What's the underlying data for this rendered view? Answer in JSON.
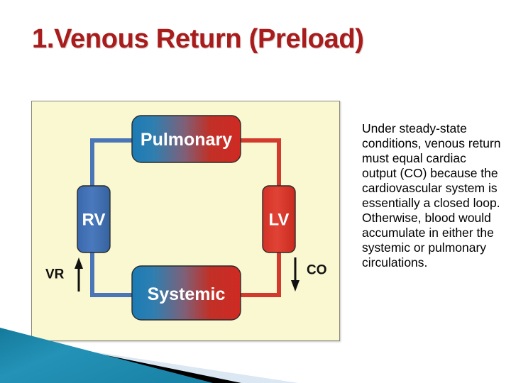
{
  "slide": {
    "title": "1.Venous Return (Preload)",
    "title_color": "#a81c1c",
    "background_color": "#ffffff"
  },
  "diagram": {
    "panel_background": "#faf8d0",
    "panel_border_color": "#8a8a78",
    "boxes": [
      {
        "id": "pulmonary",
        "label": "Pulmonary",
        "fill": "gradient-blue-red",
        "shape": "rounded-rect-horizontal"
      },
      {
        "id": "rv",
        "label": "RV",
        "fill": "#3f6fb5",
        "shape": "rounded-rect-vertical"
      },
      {
        "id": "lv",
        "label": "LV",
        "fill": "#d9372a",
        "shape": "rounded-rect-vertical"
      },
      {
        "id": "systemic",
        "label": "Systemic",
        "fill": "gradient-blue-red",
        "shape": "rounded-rect-horizontal"
      }
    ],
    "connectors": [
      {
        "id": "systemic-to-rv",
        "color": "#4a76b8",
        "description": "blue path from systemic left side up to RV"
      },
      {
        "id": "rv-to-pulmonary",
        "color": "#4a76b8",
        "description": "blue path from RV up to pulmonary left side"
      },
      {
        "id": "pulmonary-to-lv",
        "color": "#d33a2e",
        "description": "red path from pulmonary right side down to LV"
      },
      {
        "id": "lv-to-systemic",
        "color": "#d33a2e",
        "description": "red path from LV down to systemic right side"
      }
    ],
    "flow_labels": [
      {
        "id": "vr",
        "text": "VR",
        "arrow": "up",
        "arrow_color": "#111111"
      },
      {
        "id": "co",
        "text": "CO",
        "arrow": "down",
        "arrow_color": "#111111"
      }
    ],
    "gradient": {
      "start": "#1b7bb5",
      "mid": "#8a5a6e",
      "end": "#cf2a24"
    }
  },
  "body": {
    "paragraph": "Under steady-state conditions, venous return must equal cardiac output (CO) because the cardiovascular system is essentially a closed loop. Otherwise, blood would accumulate in either the systemic or pulmonary circulations."
  },
  "decoration": {
    "teal_color": "#1b88ab",
    "teal_color_dark": "#1a7a9c",
    "black_color": "#000000",
    "pale_blue_color": "#dbe7f2"
  }
}
